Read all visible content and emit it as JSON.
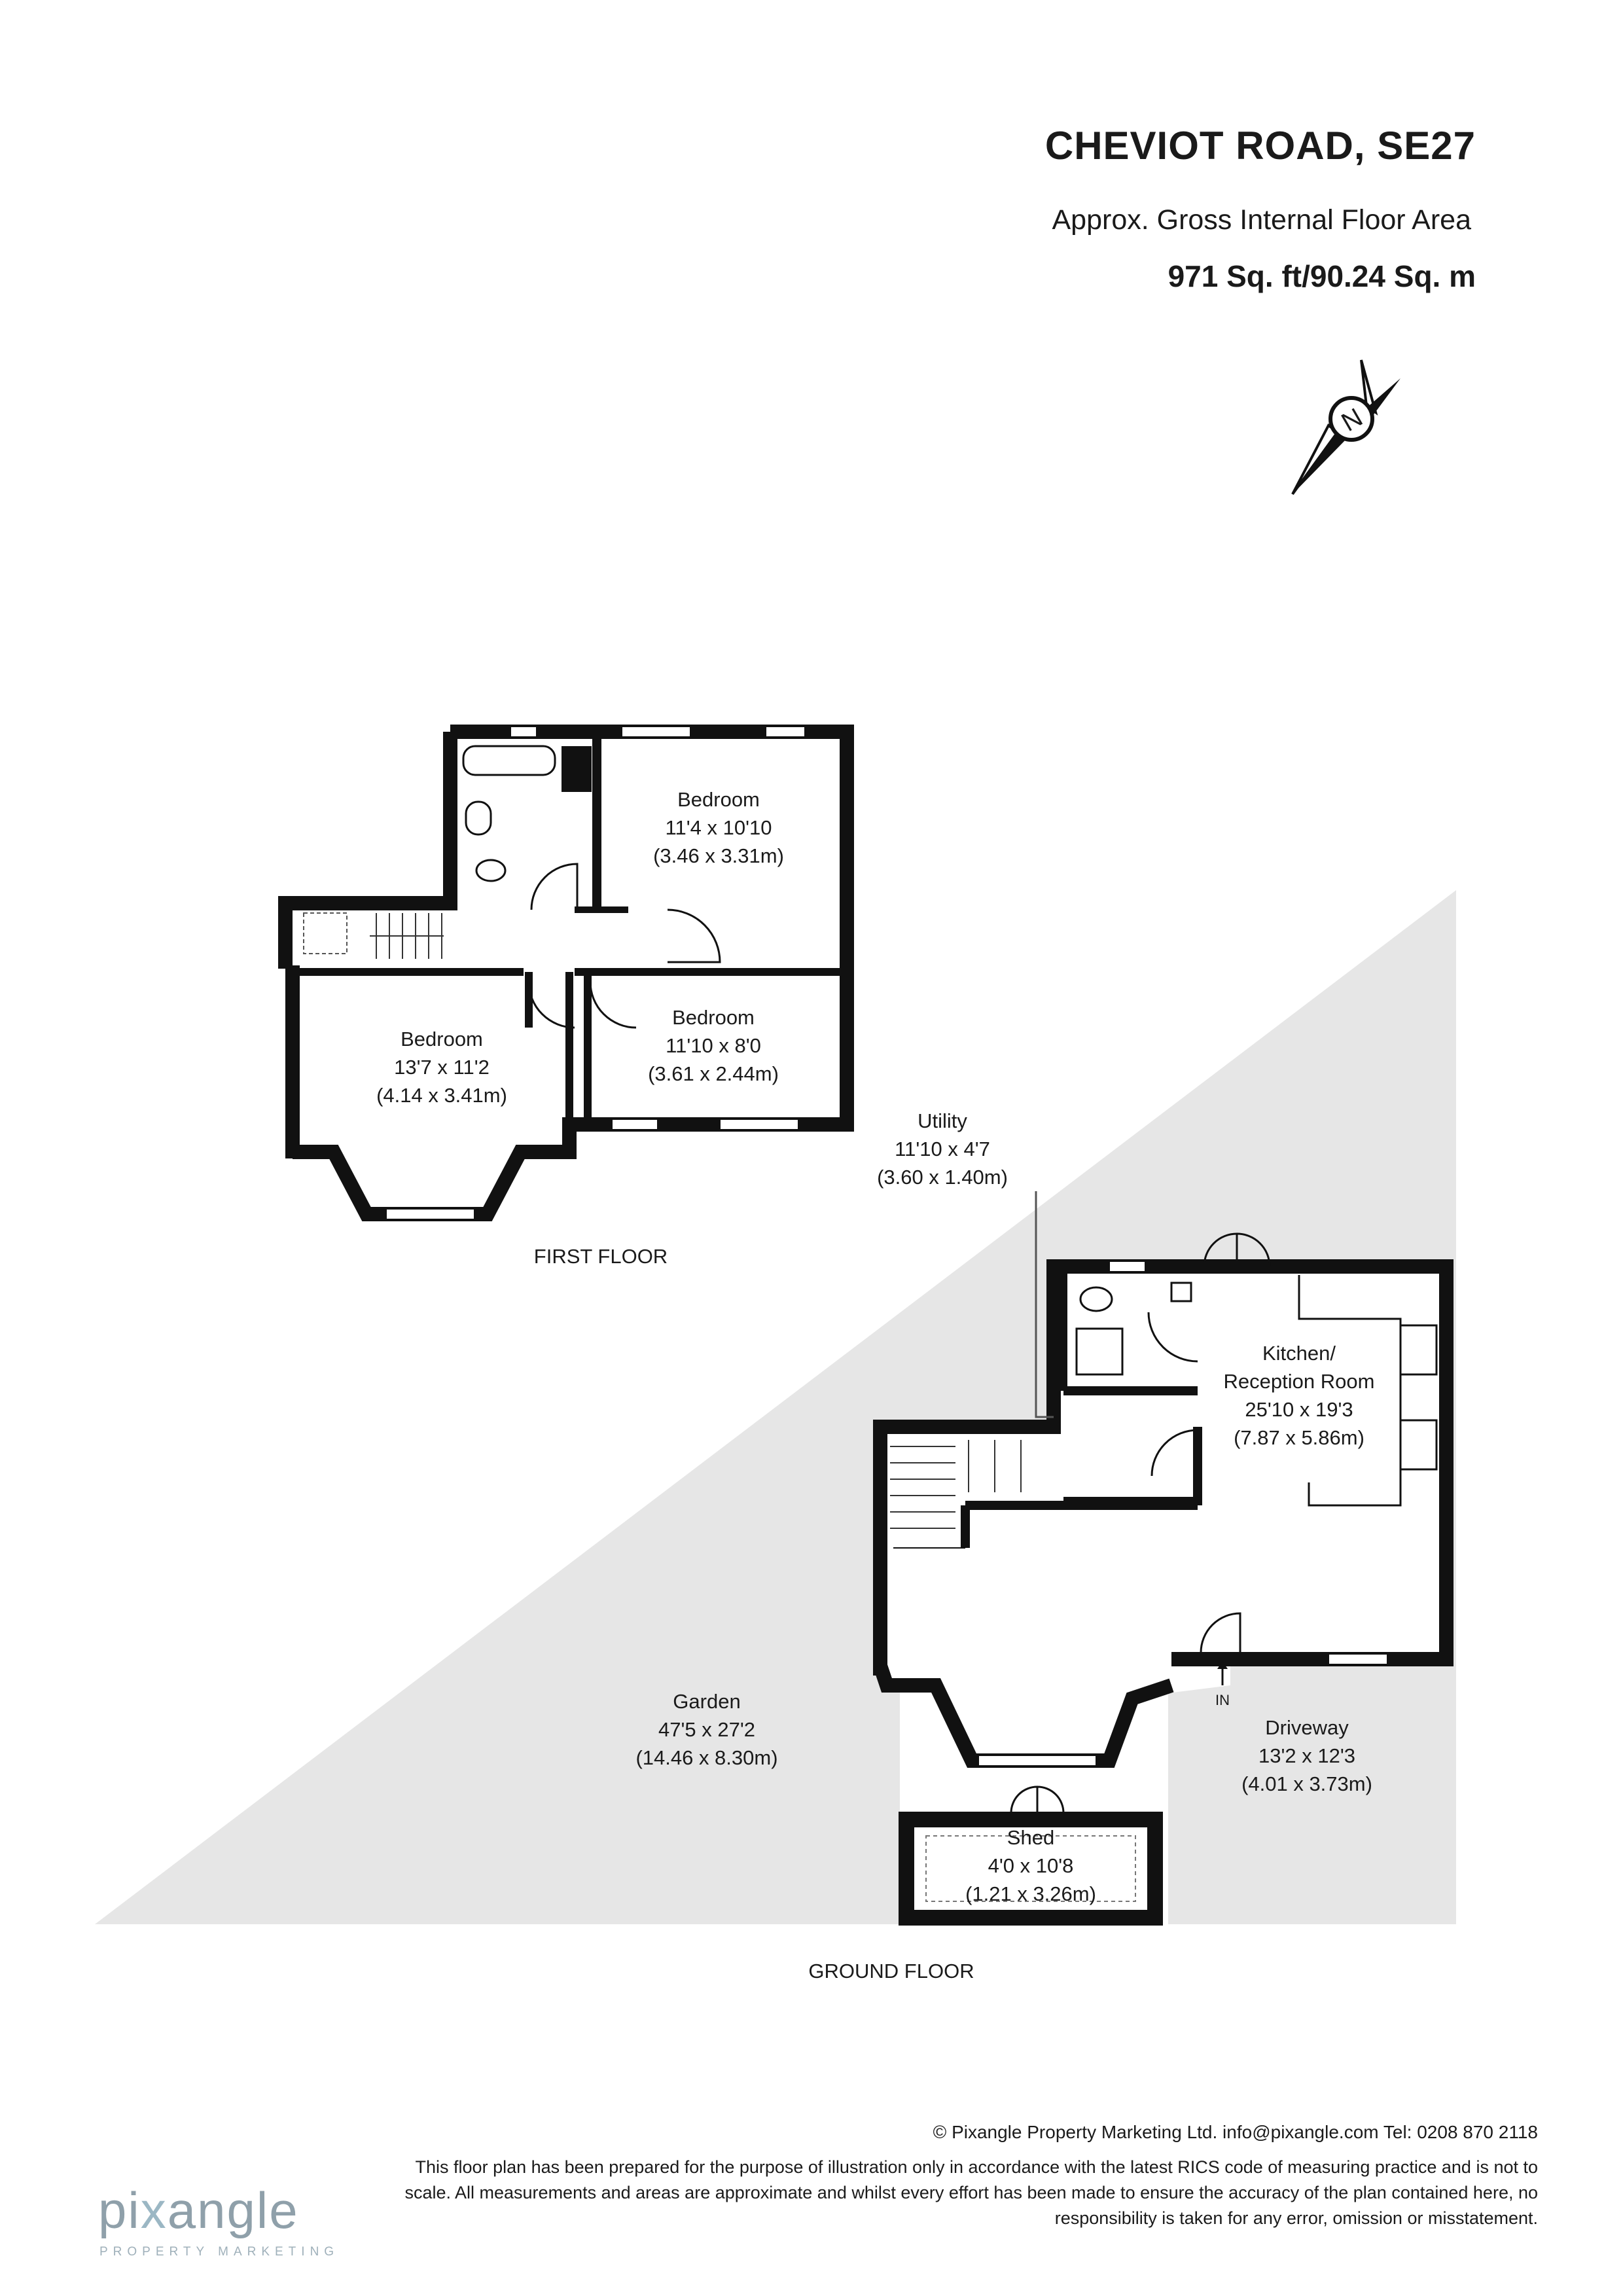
{
  "header": {
    "title": "CHEVIOT ROAD, SE27",
    "area_label": "Approx. Gross Internal Floor Area",
    "area_value": "971 Sq. ft/90.24 Sq. m"
  },
  "compass": {
    "label": "N"
  },
  "first_floor": {
    "label": "FIRST FLOOR",
    "rooms": [
      {
        "name": "Bedroom",
        "imperial": "11'4 x 10'10",
        "metric": "(3.46 x 3.31m)"
      },
      {
        "name": "Bedroom",
        "imperial": "13'7 x 11'2",
        "metric": "(4.14 x 3.41m)"
      },
      {
        "name": "Bedroom",
        "imperial": "11'10 x 8'0",
        "metric": "(3.61 x 2.44m)"
      }
    ]
  },
  "ground_floor": {
    "label": "GROUND FLOOR",
    "entrance_label": "IN",
    "rooms": [
      {
        "name": "Utility",
        "imperial": "11'10 x 4'7",
        "metric": "(3.60 x 1.40m)"
      },
      {
        "name_line1": "Kitchen/",
        "name_line2": "Reception Room",
        "imperial": "25'10 x 19'3",
        "metric": "(7.87 x 5.86m)"
      },
      {
        "name": "Garden",
        "imperial": "47'5 x 27'2",
        "metric": "(14.46 x 8.30m)"
      },
      {
        "name": "Driveway",
        "imperial": "13'2 x 12'3",
        "metric": "(4.01 x 3.73m)"
      },
      {
        "name": "Shed",
        "imperial": "4'0 x 10'8",
        "metric": "(1.21 x 3.26m)"
      }
    ]
  },
  "footer": {
    "copyright": "© Pixangle Property Marketing Ltd. info@pixangle.com Tel: 0208 870 2118",
    "disclaimer": "This floor plan has been prepared for the purpose of illustration only in accordance with the latest RICS code of measuring practice and is not to scale. All measurements and areas are approximate and whilst every effort has been made to ensure the accuracy of the plan contained here, no responsibility is taken for any error, omission or misstatement.",
    "brand_name_a": "pi",
    "brand_name_x": "x",
    "brand_name_b": "angle",
    "brand_tagline": "PROPERTY MARKETING"
  },
  "colors": {
    "wall": "#111111",
    "outdoor": "#e6e6e6",
    "window": "#ffffff",
    "text": "#1a1a1a",
    "brand": "#8fa0aa"
  }
}
